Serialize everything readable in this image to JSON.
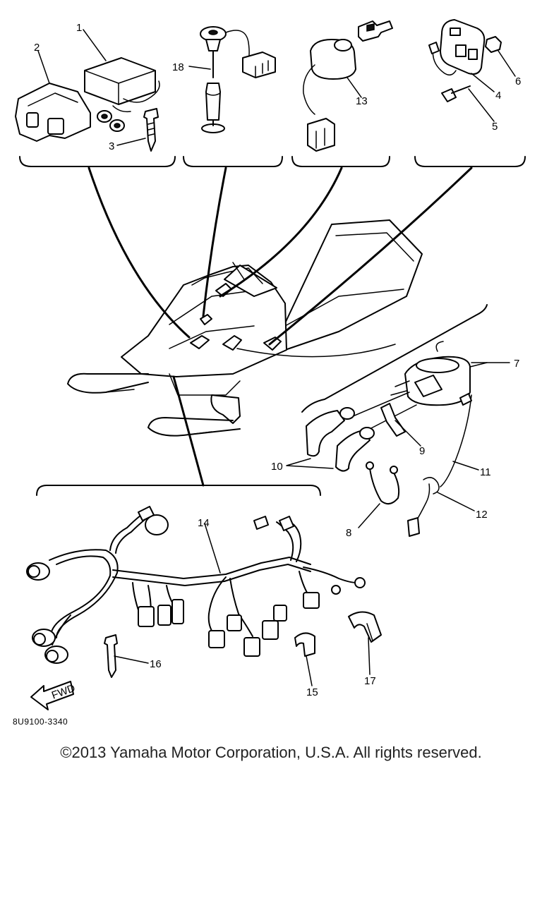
{
  "diagram": {
    "code": "8U9100-3340",
    "fwd_label": "FWD",
    "part_numbers": {
      "p1": "1",
      "p2": "2",
      "p3": "3",
      "p4": "4",
      "p5": "5",
      "p6": "6",
      "p7": "7",
      "p8": "8",
      "p9": "9",
      "p10": "10",
      "p11": "11",
      "p12": "12",
      "p13": "13",
      "p14": "14",
      "p15": "15",
      "p16": "16",
      "p17": "17",
      "p18": "18"
    }
  },
  "footer": {
    "copyright": "©2013 Yamaha Motor Corporation, U.S.A. All rights reserved."
  }
}
